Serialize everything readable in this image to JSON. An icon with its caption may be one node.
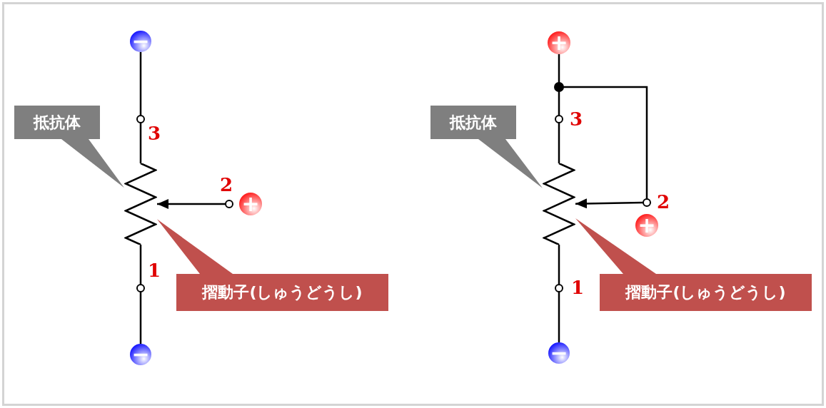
{
  "diagram": {
    "nodes": [
      {
        "text": [
          "−"
        ]
      },
      {
        "text": [],
        "shape": "circle",
        "beside": [
          "3"
        ]
      },
      {
        "text": [],
        "shape": "resistor"
      },
      {
        "text": [],
        "shape": "circle",
        "beside": [
          "2"
        ]
      },
      {
        "text": [
          "+"
        ]
      },
      {
        "text": [],
        "shape": "circle",
        "beside": [
          "1"
        ]
      },
      {
        "text": [
          "−"
        ]
      },
      {
        "text": [
          "抵抗体"
        ]
      },
      {
        "text": [
          "摺動子(しゅうどうし)"
        ]
      },
      {
        "text": [
          "+"
        ]
      },
      {
        "text": [],
        "shape": "dot"
      },
      {
        "text": [],
        "shape": "circle",
        "beside": [
          "3"
        ]
      },
      {
        "text": [],
        "shape": "resistor"
      },
      {
        "text": [],
        "shape": "circle",
        "beside": [
          "2"
        ]
      },
      {
        "text": [
          "+"
        ]
      },
      {
        "text": [],
        "shape": "circle",
        "beside": [
          "1"
        ]
      },
      {
        "text": [
          "−"
        ]
      },
      {
        "text": [
          "抵抗体"
        ]
      },
      {
        "text": [
          "摺動子(しゅうどうし)"
        ]
      }
    ],
    "edges": [
      {
        "from": 0,
        "to": 1,
        "arrow": "none"
      },
      {
        "from": 1,
        "to": 2,
        "arrow": "none"
      },
      {
        "from": 3,
        "to": 2,
        "arrow": "to"
      },
      {
        "from": 2,
        "to": 5,
        "arrow": "none"
      },
      {
        "from": 5,
        "to": 6,
        "arrow": "none"
      },
      {
        "from": 9,
        "to": 10,
        "arrow": "none"
      },
      {
        "from": 10,
        "to": 11,
        "arrow": "none"
      },
      {
        "from": 11,
        "to": 12,
        "arrow": "none"
      },
      {
        "from": 10,
        "to": 13,
        "arrow": "none"
      },
      {
        "from": 13,
        "to": 12,
        "arrow": "to"
      },
      {
        "from": 12,
        "to": 15,
        "arrow": "none"
      },
      {
        "from": 15,
        "to": 16,
        "arrow": "none"
      },
      {
        "from": 7,
        "to": 2,
        "arrow": "none",
        "color": "#7f7f7f"
      },
      {
        "from": 8,
        "to": 2,
        "arrow": "none",
        "color": "#c0504d"
      },
      {
        "from": 17,
        "to": 12,
        "arrow": "none",
        "color": "#7f7f7f"
      },
      {
        "from": 18,
        "to": 12,
        "arrow": "none",
        "color": "#c0504d"
      }
    ]
  }
}
